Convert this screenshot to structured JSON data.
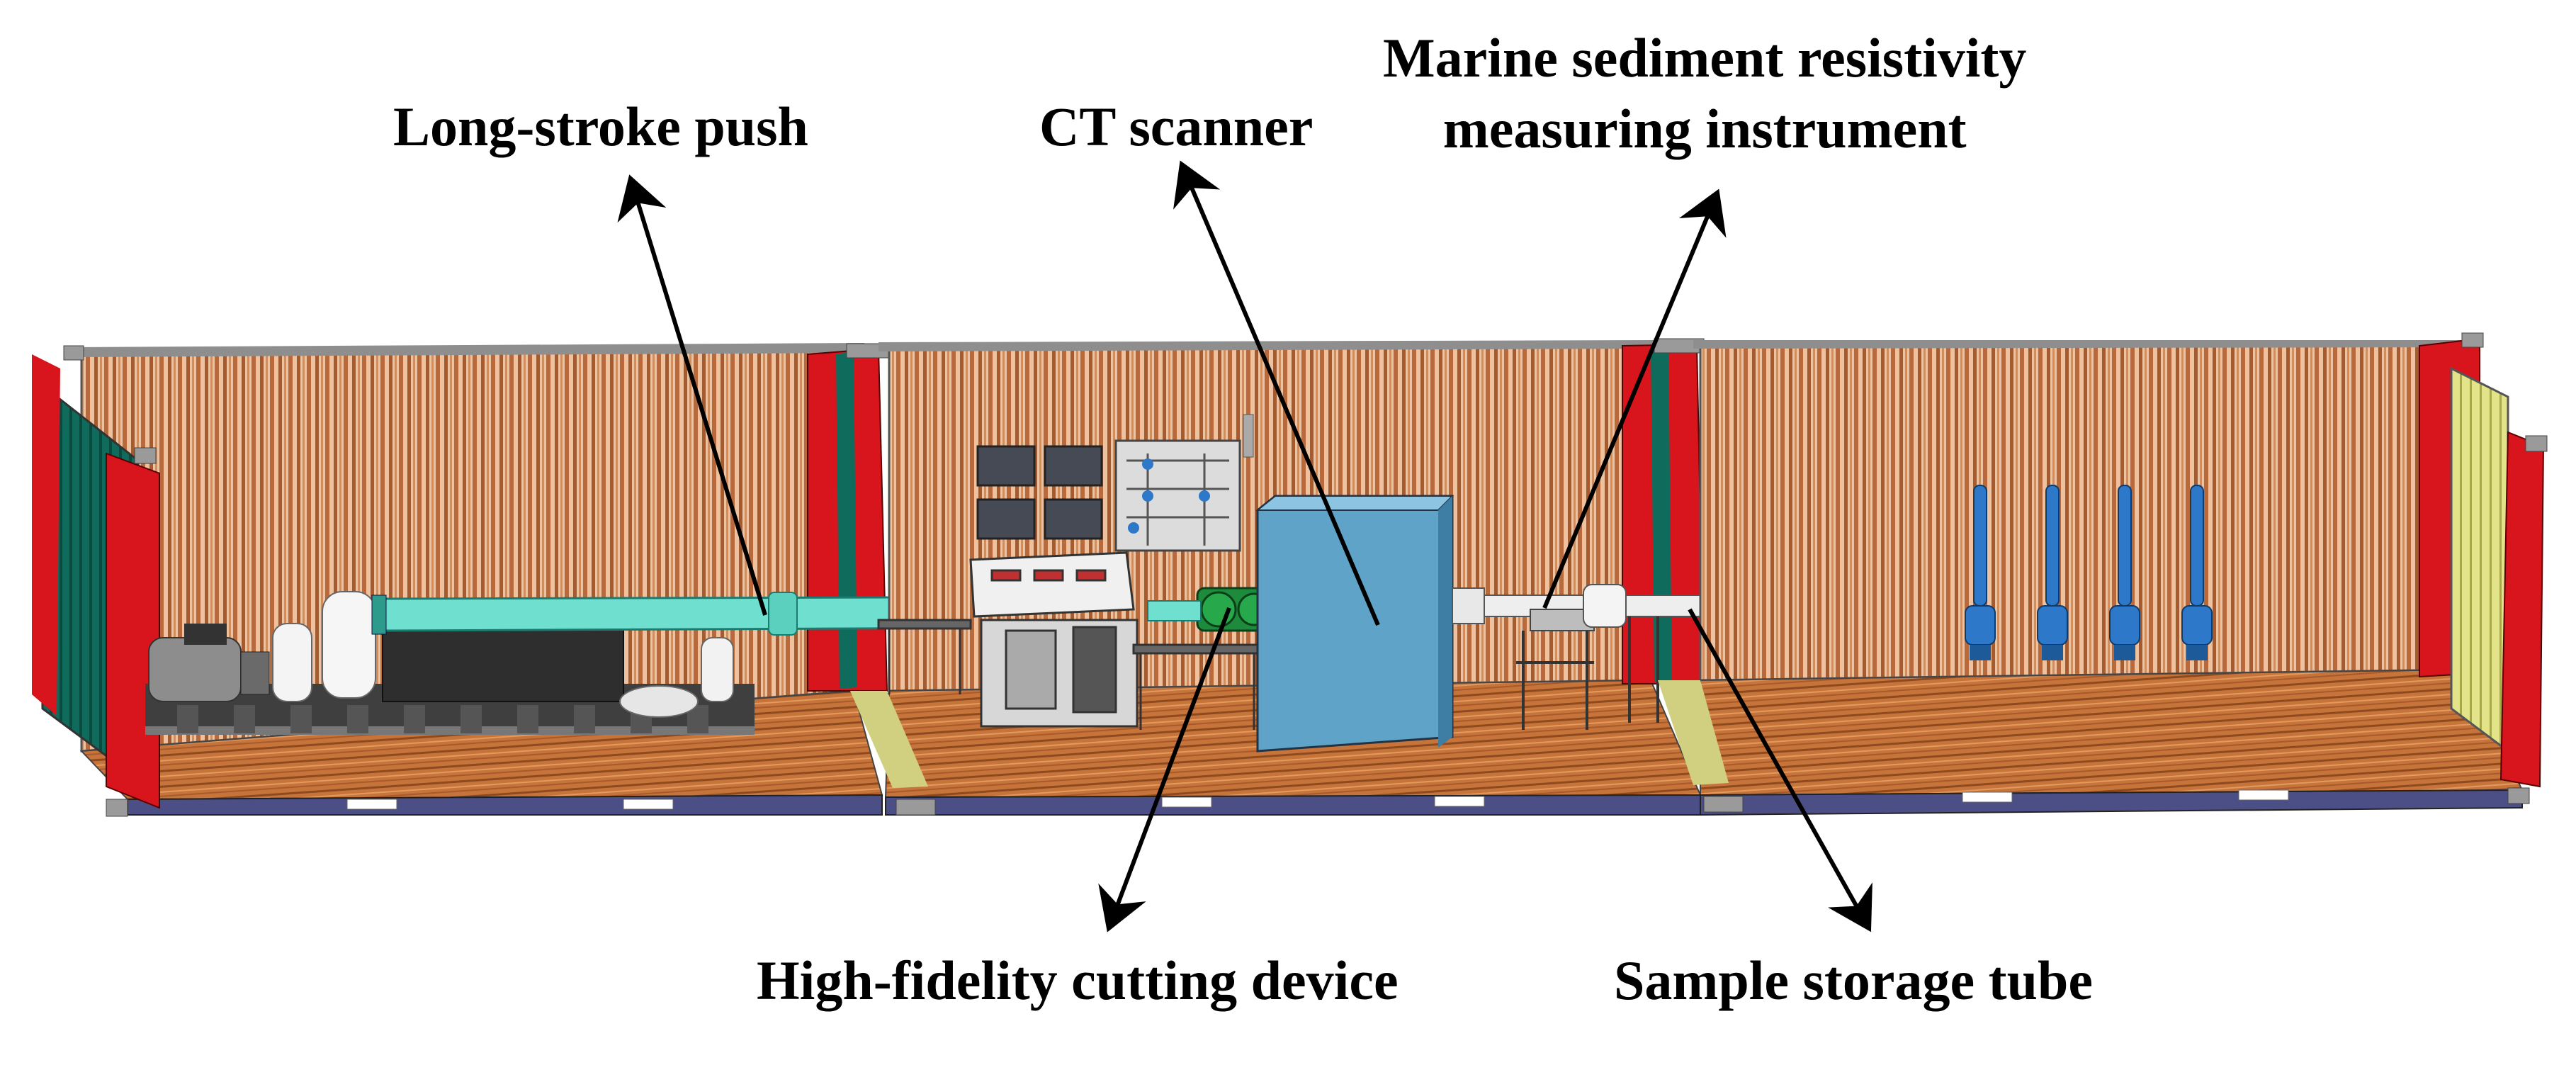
{
  "labels": {
    "long_stroke_push": "Long-stroke push",
    "ct_scanner": "CT scanner",
    "resistivity_line1": "Marine sediment resistivity",
    "resistivity_line2": "measuring instrument",
    "cutting_device": "High-fidelity cutting device",
    "storage_tube": "Sample storage tube"
  },
  "colors": {
    "wall_stripe_dark": "#b86a3c",
    "wall_stripe_light": "#f1c29e",
    "floor_wood": "#c7743b",
    "frame_red": "#d8141c",
    "door_green": "#0f6b5c",
    "door_yellow": "#dfe07a",
    "base_navy": "#4c4f86",
    "pipe_cyan": "#6fe0cf",
    "ct_blue": "#5fa3c9",
    "tube_blue": "#2d78c8",
    "cutter_green": "#1e8a3c"
  }
}
